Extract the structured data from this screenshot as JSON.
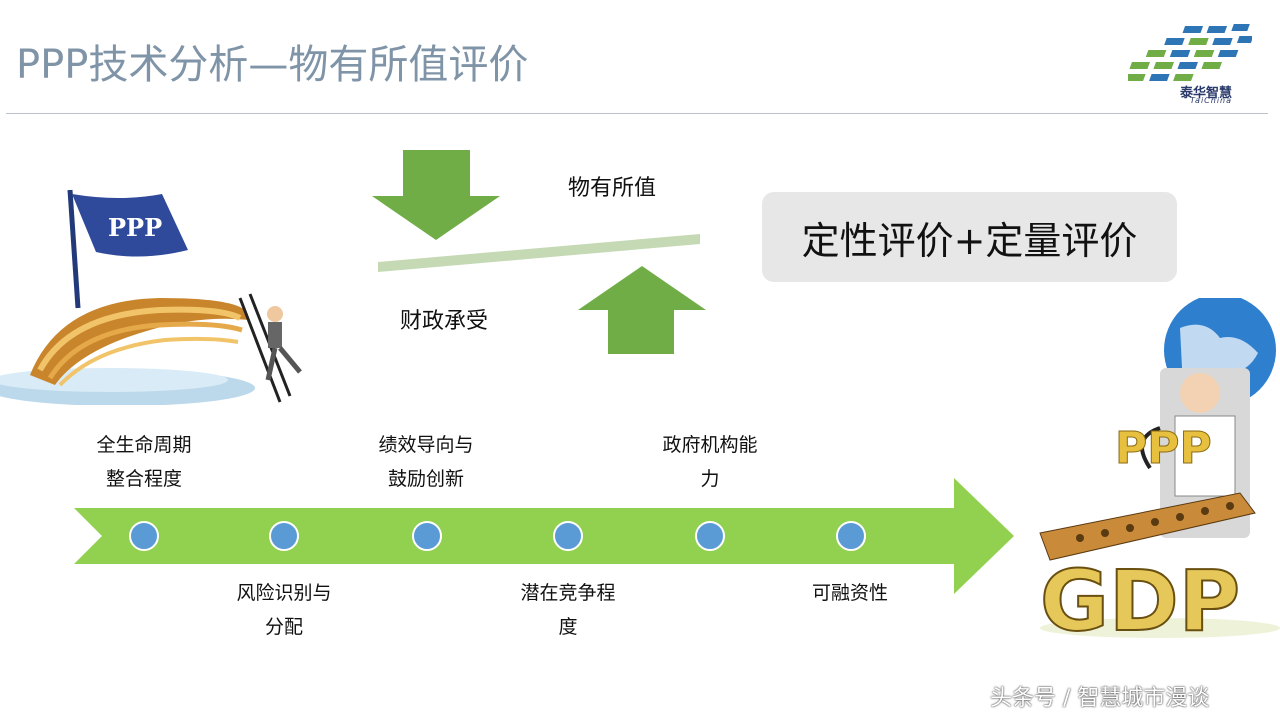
{
  "slide": {
    "title": "PPP技术分析—物有所值评价"
  },
  "logo": {
    "name": "泰华智慧",
    "sub": "TaiChina"
  },
  "balance": {
    "top_label": "物有所值",
    "bottom_label": "财政承受"
  },
  "evaluation_box": {
    "text": "定性评价+定量评价"
  },
  "illustrations": {
    "left_flag_text": "PPP",
    "right_sign_text": "PPP",
    "right_base_text": "GDP"
  },
  "timeline": {
    "upper_labels": [
      {
        "line1": "全生命周期",
        "line2": "整合程度"
      },
      {
        "line1": "绩效导向与",
        "line2": "鼓励创新"
      },
      {
        "line1": "政府机构能",
        "line2": "力"
      }
    ],
    "lower_labels": [
      {
        "line1": "风险识别与",
        "line2": "分配"
      },
      {
        "line1": "潜在竞争程",
        "line2": "度"
      },
      {
        "line1": "可融资性",
        "line2": ""
      }
    ]
  },
  "footer": {
    "credit": "头条号 / 智慧城市漫谈"
  },
  "colors": {
    "title": "#8094a8",
    "arrow_green": "#70ad47",
    "timeline_green": "#92d050",
    "node_blue": "#5b9bd5",
    "box_gray": "#e7e7e7",
    "beam": "#c5d9b4"
  }
}
